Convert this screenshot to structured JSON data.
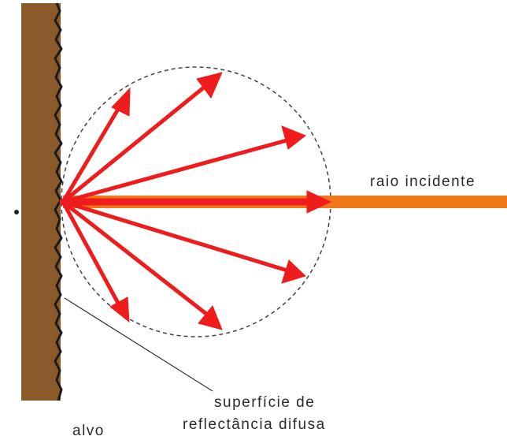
{
  "labels": {
    "incident_ray": "raio incidente",
    "surface_line1": "superfície de",
    "surface_line2": "reflectância difusa",
    "target": "alvo"
  },
  "colors": {
    "target_wall": "#8b5a2b",
    "target_edge": "#1a1a1a",
    "incident_ray": "#f07818",
    "reflected_rays": "#ee1c1c",
    "sphere_outline": "#444444",
    "leader_line": "#333333",
    "text": "#2b2b2b"
  }
}
